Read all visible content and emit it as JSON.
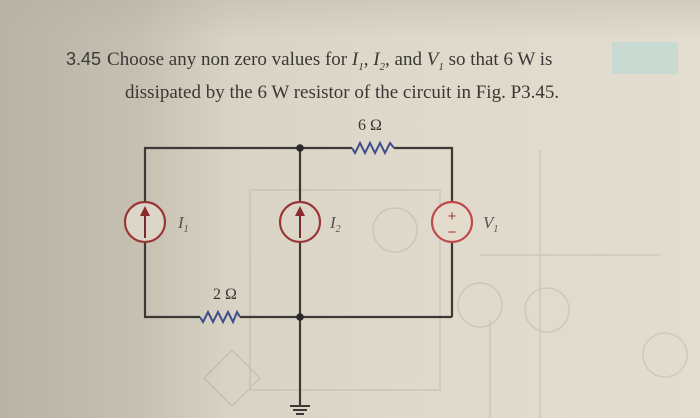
{
  "problem": {
    "number": "3.45",
    "text_line1_a": "Choose any non zero values for ",
    "var_I1": "I",
    "var_I1_sub": "1",
    "sep1": ", ",
    "var_I2": "I",
    "var_I2_sub": "2",
    "sep2": ", and ",
    "var_V1": "V",
    "var_V1_sub": "1",
    "text_line1_b": " so that 6 W is",
    "text_line2": "dissipated by the 6 W resistor of the circuit in Fig. P3.45."
  },
  "circuit": {
    "figure": "Fig. P3.45",
    "resistors": [
      {
        "id": "R_top",
        "label": "6 Ω",
        "value_ohms": 6
      },
      {
        "id": "R_bottom",
        "label": "2 Ω",
        "value_ohms": 2
      }
    ],
    "sources": [
      {
        "id": "I1",
        "type": "current",
        "label": "I",
        "sub": "1",
        "direction": "up"
      },
      {
        "id": "I2",
        "type": "current",
        "label": "I",
        "sub": "2",
        "direction": "up"
      },
      {
        "id": "V1",
        "type": "voltage",
        "label": "V",
        "sub": "1",
        "plus": "+",
        "minus": "−"
      }
    ],
    "ground": "ground-symbol",
    "colors": {
      "wire": "#3b3a37",
      "source": "#a9383a",
      "resistor": "#3f4f8c",
      "paper": "#dfd9cb"
    }
  }
}
